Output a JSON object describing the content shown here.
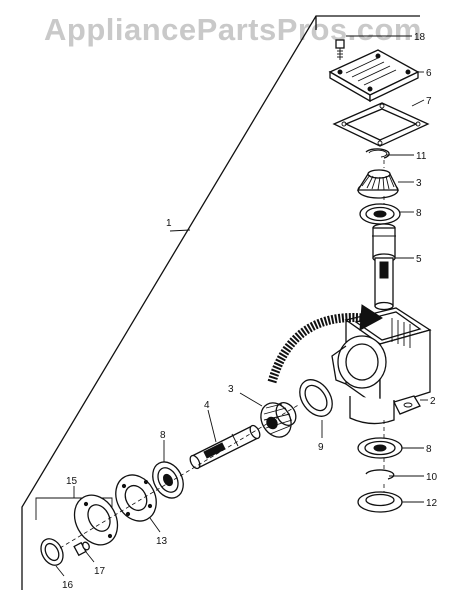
{
  "watermark": "AppliancePartsPros.com",
  "callouts": [
    {
      "id": "c1",
      "label": "1"
    },
    {
      "id": "c2",
      "label": "2"
    },
    {
      "id": "c3a",
      "label": "3"
    },
    {
      "id": "c3b",
      "label": "3"
    },
    {
      "id": "c4",
      "label": "4"
    },
    {
      "id": "c5",
      "label": "5"
    },
    {
      "id": "c6",
      "label": "6"
    },
    {
      "id": "c7",
      "label": "7"
    },
    {
      "id": "c8a",
      "label": "8"
    },
    {
      "id": "c8b",
      "label": "8"
    },
    {
      "id": "c8c",
      "label": "8"
    },
    {
      "id": "c9",
      "label": "9"
    },
    {
      "id": "c10",
      "label": "10"
    },
    {
      "id": "c11",
      "label": "11"
    },
    {
      "id": "c12",
      "label": "12"
    },
    {
      "id": "c13",
      "label": "13"
    },
    {
      "id": "c15",
      "label": "15"
    },
    {
      "id": "c16",
      "label": "16"
    },
    {
      "id": "c17",
      "label": "17"
    },
    {
      "id": "c18",
      "label": "18"
    }
  ]
}
